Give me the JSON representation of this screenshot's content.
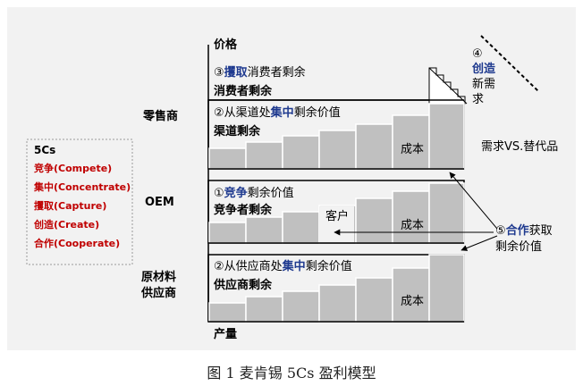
{
  "axes": {
    "y_label": "价格",
    "x_label": "产量"
  },
  "tiers": [
    {
      "id": "retailer",
      "label": "零售商"
    },
    {
      "id": "oem",
      "label": "OEM"
    },
    {
      "id": "supplier",
      "label_line1": "原材料",
      "label_line2": "供应商"
    }
  ],
  "sections": {
    "consumer": {
      "num": "③",
      "bold": "攫取",
      "rest": "消费者剩余",
      "surplus": "消费者剩余"
    },
    "channel": {
      "num": "②",
      "pre": "从渠道处",
      "bold": "集中",
      "rest": "剩余价值",
      "surplus": "渠道剩余",
      "cost": "成本"
    },
    "competitor": {
      "num": "①",
      "bold": "竞争",
      "rest": "剩余价值",
      "surplus": "竞争者剩余",
      "customer": "客户",
      "cost": "成本"
    },
    "supplier": {
      "num": "②",
      "pre": "从供应商处",
      "bold": "集中",
      "rest": "剩余价值",
      "surplus": "供应商剩余",
      "cost": "成本"
    }
  },
  "create": {
    "num": "④",
    "bold": "创造",
    "line2": "新需",
    "line3": "求"
  },
  "substitute": "需求VS.替代品",
  "cooperate": {
    "num": "⑤",
    "bold": "合作",
    "rest": "获取",
    "line2": "剩余价值"
  },
  "five_cs": {
    "title": "5Cs",
    "items": [
      "竞争(Compete)",
      "集中(Concentrate)",
      "攫取(Capture)",
      "创造(Create)",
      "合作(Cooperate)"
    ]
  },
  "caption": "图 1 麦肯锡 5Cs 盈利模型",
  "colors": {
    "accent_blue": "#1f3a8f",
    "red": "#c00000",
    "gray_bar": "#c0c0c0",
    "panel": "#f2f2f2"
  }
}
